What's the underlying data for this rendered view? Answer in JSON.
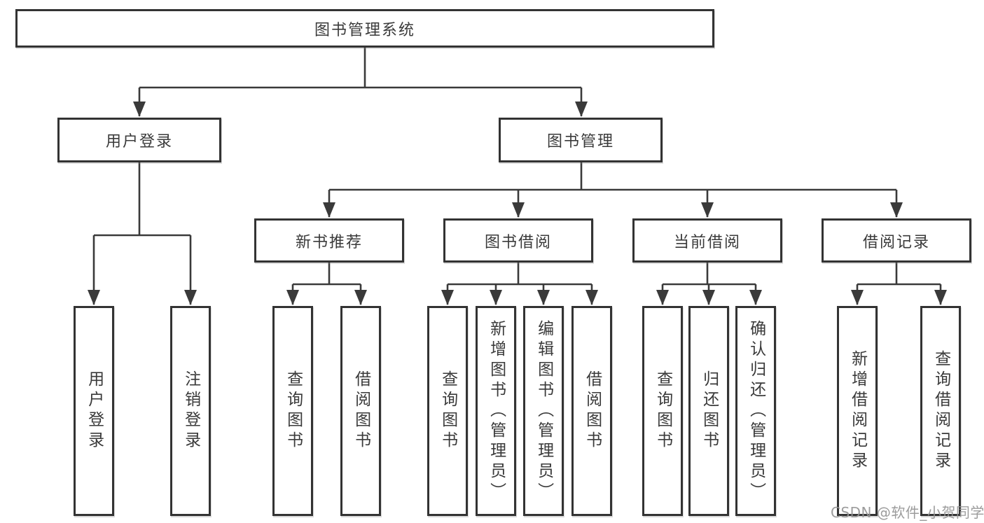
{
  "diagram": {
    "root": {
      "label": "图书管理系统"
    },
    "level2": [
      {
        "label": "用户登录"
      },
      {
        "label": "图书管理"
      }
    ],
    "level3": [
      {
        "label": "新书推荐",
        "parent": "图书管理"
      },
      {
        "label": "图书借阅",
        "parent": "图书管理"
      },
      {
        "label": "当前借阅",
        "parent": "图书管理"
      },
      {
        "label": "借阅记录",
        "parent": "图书管理"
      }
    ],
    "leaves": [
      {
        "label": "用户登录",
        "parent": "用户登录"
      },
      {
        "label": "注销登录",
        "parent": "用户登录"
      },
      {
        "label": "查询图书",
        "parent": "新书推荐"
      },
      {
        "label": "借阅图书",
        "parent": "新书推荐"
      },
      {
        "label": "查询图书",
        "parent": "图书借阅"
      },
      {
        "label": "新增图书（管理员）",
        "parent": "图书借阅"
      },
      {
        "label": "编辑图书（管理员）",
        "parent": "图书借阅"
      },
      {
        "label": "借阅图书",
        "parent": "图书借阅"
      },
      {
        "label": "查询图书",
        "parent": "当前借阅"
      },
      {
        "label": "归还图书",
        "parent": "当前借阅"
      },
      {
        "label": "确认归还（管理员）",
        "parent": "当前借阅"
      },
      {
        "label": "新增借阅记录",
        "parent": "借阅记录"
      },
      {
        "label": "查询借阅记录",
        "parent": "借阅记录"
      }
    ]
  },
  "watermark": {
    "text": "CSDN @软件_小贺同学"
  },
  "colors": {
    "background": "#ffffff",
    "box_border": "#333333",
    "text": "#3a3a3a",
    "connector": "#3a3a3a",
    "watermark": "#949494"
  }
}
